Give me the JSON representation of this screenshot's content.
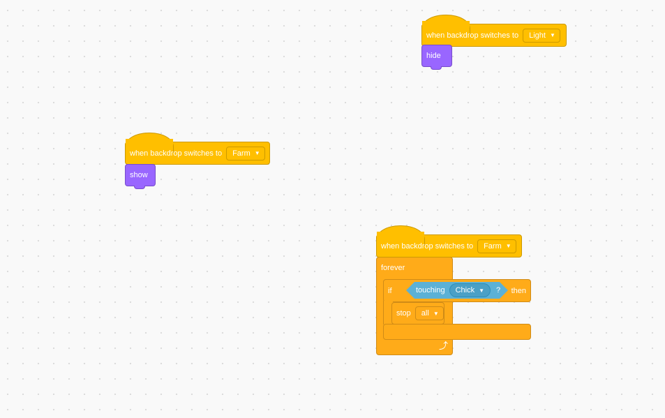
{
  "scripts": [
    {
      "hat_text": "when backdrop switches to",
      "backdrop": "Light",
      "action": "hide"
    },
    {
      "hat_text": "when backdrop switches to",
      "backdrop": "Farm",
      "action": "show"
    },
    {
      "hat_text": "when backdrop switches to",
      "backdrop": "Farm",
      "forever_label": "forever",
      "if_label": "if",
      "touching_label": "touching",
      "touching_target": "Chick",
      "question": "?",
      "then_label": "then",
      "stop_label": "stop",
      "stop_option": "all",
      "loop_icon": "loop-arrow-icon"
    }
  ],
  "colors": {
    "events": "#ffbf00",
    "looks": "#9966ff",
    "control": "#ffab19",
    "sensing": "#5cb1d6"
  }
}
